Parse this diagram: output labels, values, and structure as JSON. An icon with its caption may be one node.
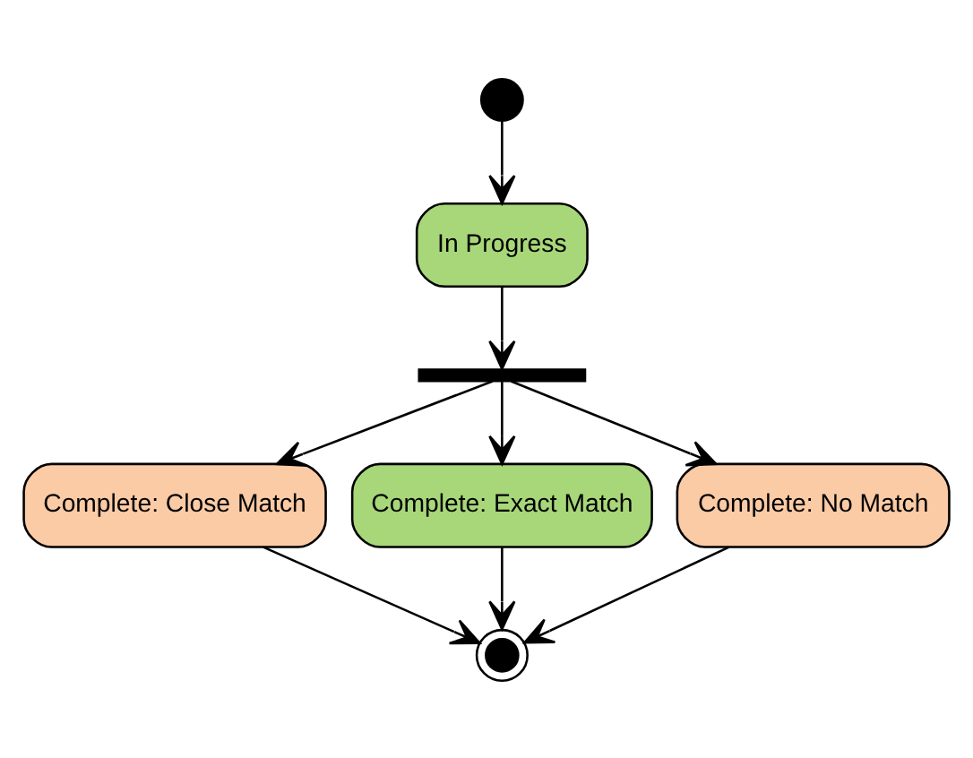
{
  "diagram": {
    "nodes": [
      {
        "text": [],
        "shape": "circle"
      },
      {
        "text": [
          "In Progress"
        ]
      },
      {
        "text": [],
        "shape": "bar"
      },
      {
        "text": [
          "Complete: Close Match"
        ]
      },
      {
        "text": [
          "Complete: Exact Match"
        ]
      },
      {
        "text": [
          "Complete: No Match"
        ]
      },
      {
        "text": [],
        "shape": "circle"
      }
    ],
    "edges": [
      {
        "from": 0,
        "to": 1,
        "arrow": "to"
      },
      {
        "from": 1,
        "to": 2,
        "arrow": "to"
      },
      {
        "from": 2,
        "to": 3,
        "arrow": "to"
      },
      {
        "from": 2,
        "to": 4,
        "arrow": "to"
      },
      {
        "from": 2,
        "to": 5,
        "arrow": "to"
      },
      {
        "from": 3,
        "to": 6,
        "arrow": "to"
      },
      {
        "from": 4,
        "to": 6,
        "arrow": "to"
      },
      {
        "from": 5,
        "to": 6,
        "arrow": "to"
      }
    ]
  }
}
